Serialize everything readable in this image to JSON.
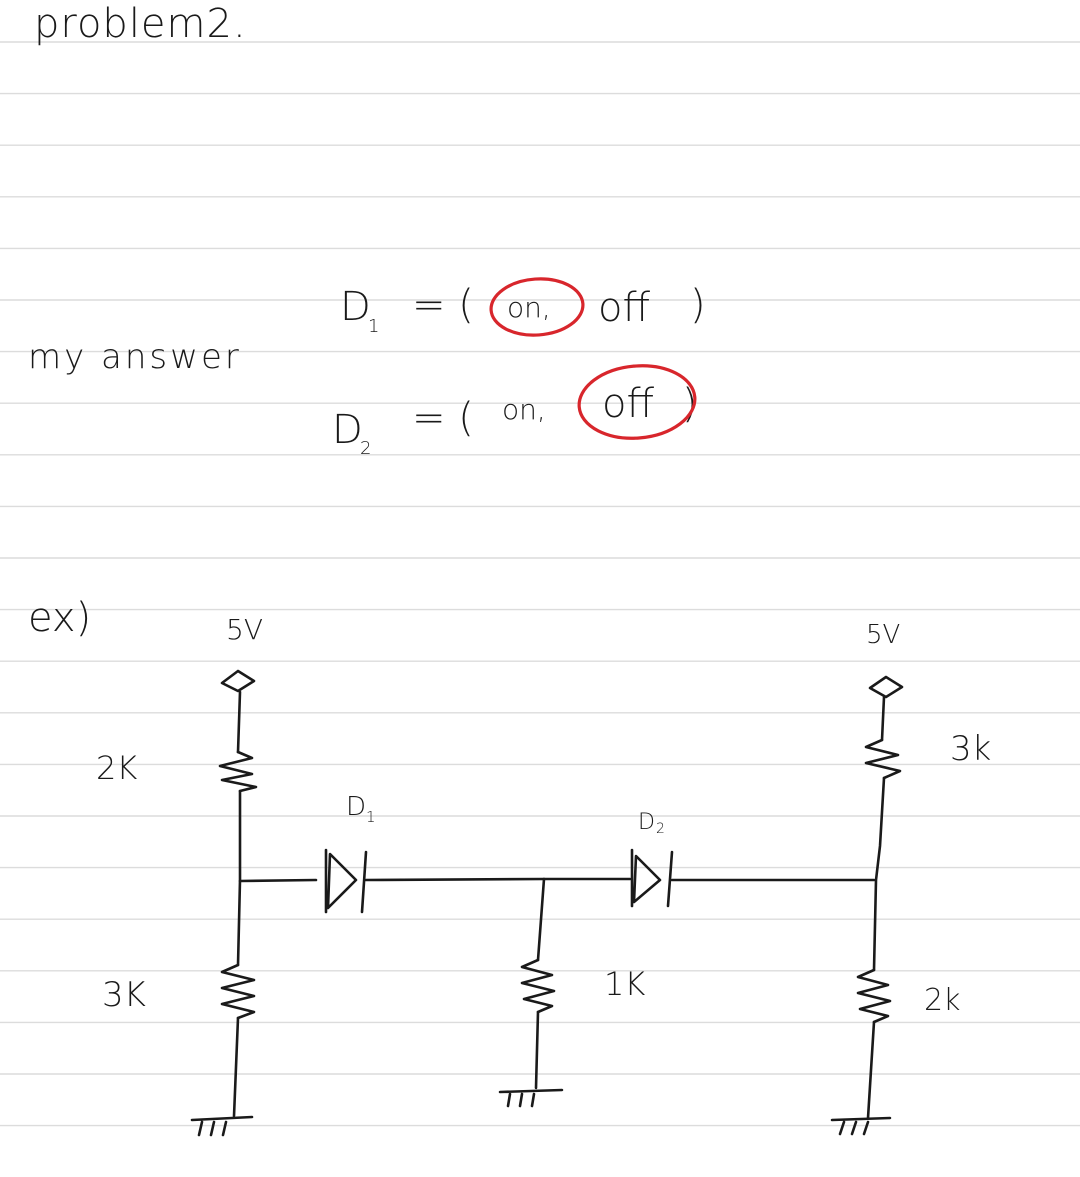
{
  "title": "problem2.",
  "answer_label": "my answer",
  "answers": [
    {
      "diode": "D",
      "sub": "1",
      "open": "= (",
      "on": "on,",
      "off": "off",
      "close": ")",
      "selected": "on"
    },
    {
      "diode": "D",
      "sub": "2",
      "open": "= (",
      "on": "on,",
      "off": "off",
      "close": ")",
      "selected": "off"
    }
  ],
  "example_label": "ex)",
  "circuit": {
    "supply_left": "5V",
    "supply_right": "5V",
    "r_top_left": "2K",
    "r_bottom_left": "3K",
    "r_middle": "1K",
    "r_top_right": "3k",
    "r_bottom_right": "2k",
    "diode1": {
      "letter": "D",
      "sub": "1"
    },
    "diode2": {
      "letter": "D",
      "sub": "2"
    }
  },
  "colors": {
    "ink": "#1a1a1a",
    "circle": "#d8262c",
    "rule": "#dcdcdc"
  }
}
